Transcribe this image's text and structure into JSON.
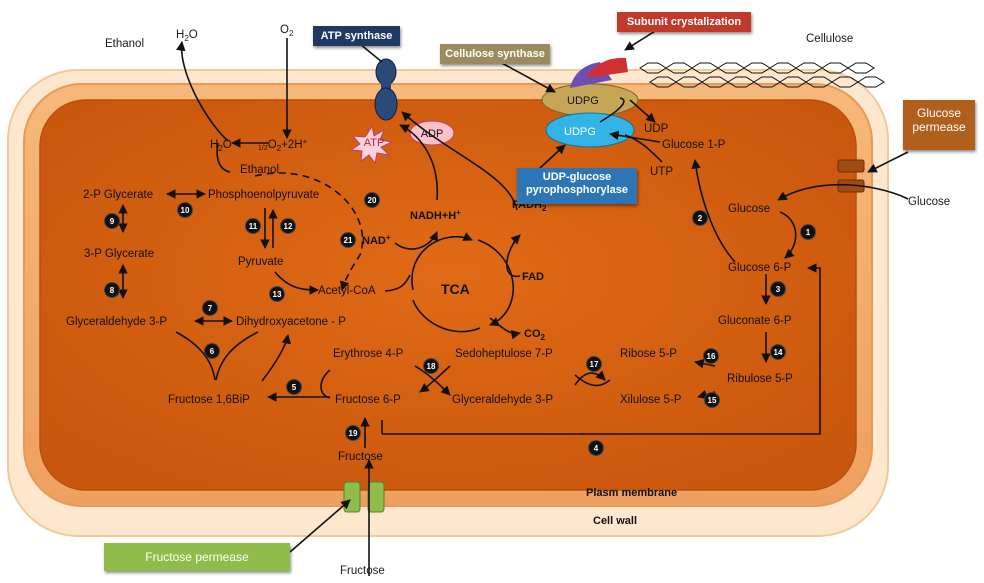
{
  "outside": {
    "ethanol": "Ethanol",
    "h2o": "H",
    "h2o_sub": "2",
    "h2o_end": "O",
    "o2": "O",
    "o2_sub": "2",
    "cellulose": "Cellulose",
    "glucose": "Glucose",
    "fructose": "Fructose",
    "cell_wall": "Cell wall",
    "plasm_membrane": "Plasm membrane"
  },
  "boxes": {
    "atp_synthase": "ATP synthase",
    "cellulose_synthase": "Cellulose synthase",
    "subunit_crystallization": "Subunit crystalization",
    "glucose_permease_1": "Glucose",
    "glucose_permease_2": "permease",
    "udp_glucose_1": "UDP-glucose",
    "udp_glucose_2": "pyrophosphorylase",
    "fructose_permease": "Fructose permease"
  },
  "respiration": {
    "h2o": "H",
    "h2o_sub": "2",
    "h2o_end": "O",
    "half": "1/2",
    "o2h": "O",
    "o2h_sub": "2",
    "o2h_end": "+2H",
    "o2h_sup": "+",
    "atp": "ATP",
    "adp": "ADP",
    "ethanol": "Ethanol",
    "nadh": "NADH+H",
    "nadh_sup": "+",
    "nad": "NAD",
    "nad_sup": "+",
    "fadh": "FADH",
    "fadh_sub": "2",
    "fad": "FAD",
    "co2": "CO",
    "co2_sub": "2",
    "tca": "TCA"
  },
  "udpg": {
    "udpg_top": "UDPG",
    "udpg_bottom": "UDPG",
    "udp": "UDP",
    "utp": "UTP",
    "glucose_1p": "Glucose 1-P"
  },
  "metabolites": {
    "p2_glycerate": "2-P Glycerate",
    "pep": "Phosphoenolpyruvate",
    "p3_glycerate": "3-P Glycerate",
    "pyruvate": "Pyruvate",
    "acetyl_coa": "Acetyl-CoA",
    "gap_left": "Glyceraldehyde 3-P",
    "dhap": "Dihydroxyacetone - P",
    "fbp": "Fructose 1,6BiP",
    "e4p": "Erythrose 4-P",
    "f6p": "Fructose 6-P",
    "s7p": "Sedoheptulose 7-P",
    "gap_right": "Glyceraldehyde 3-P",
    "r5p": "Ribose 5-P",
    "x5p": "Xilulose 5-P",
    "ribulose5p": "Ribulose 5-P",
    "gluconate6p": "Gluconate 6-P",
    "glucose6p": "Glucose 6-P",
    "glucose_in": "Glucose",
    "fructose_in": "Fructose"
  },
  "steps": [
    "1",
    "2",
    "3",
    "4",
    "5",
    "6",
    "7",
    "8",
    "9",
    "10",
    "11",
    "12",
    "13",
    "14",
    "15",
    "16",
    "17",
    "18",
    "19",
    "20",
    "21"
  ],
  "colors": {
    "cytoplasm": "#d35f10",
    "membrane": "#f0a868",
    "wall": "#fbe3c6",
    "atp_synthase_box": "#1f3864",
    "cellulose_synthase_box": "#9c8b5e",
    "subunit_box": "#c0392b",
    "permease_box": "#b05f1c",
    "udp_box": "#2e75b6",
    "fructose_permease_box": "#8fbc4a"
  }
}
